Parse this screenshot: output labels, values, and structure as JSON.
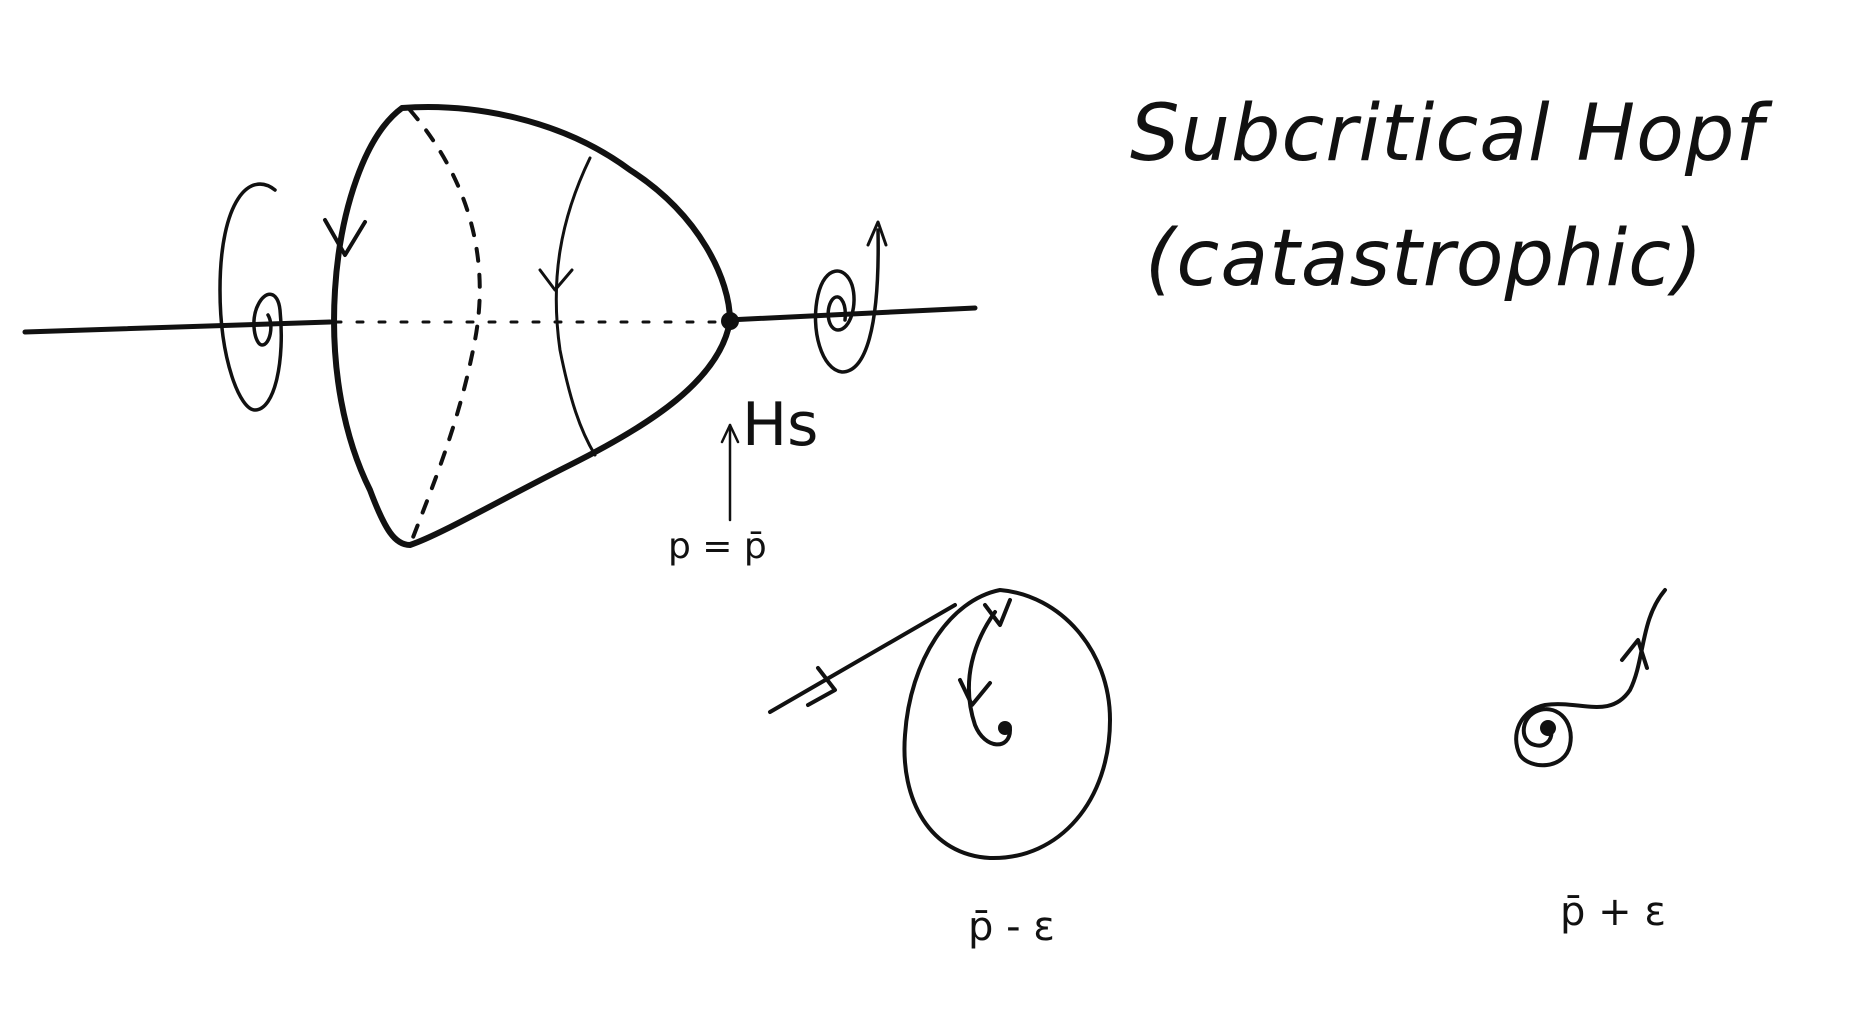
{
  "title": {
    "line1": "Subcritical Hopf",
    "line2": "(catastrophic)"
  },
  "labels": {
    "hs": "Hs",
    "parameter": "p = p̄",
    "before": "p̄ - ε",
    "after": "p̄ + ε"
  },
  "colors": {
    "ink": "#111111",
    "background": "#ffffff"
  }
}
